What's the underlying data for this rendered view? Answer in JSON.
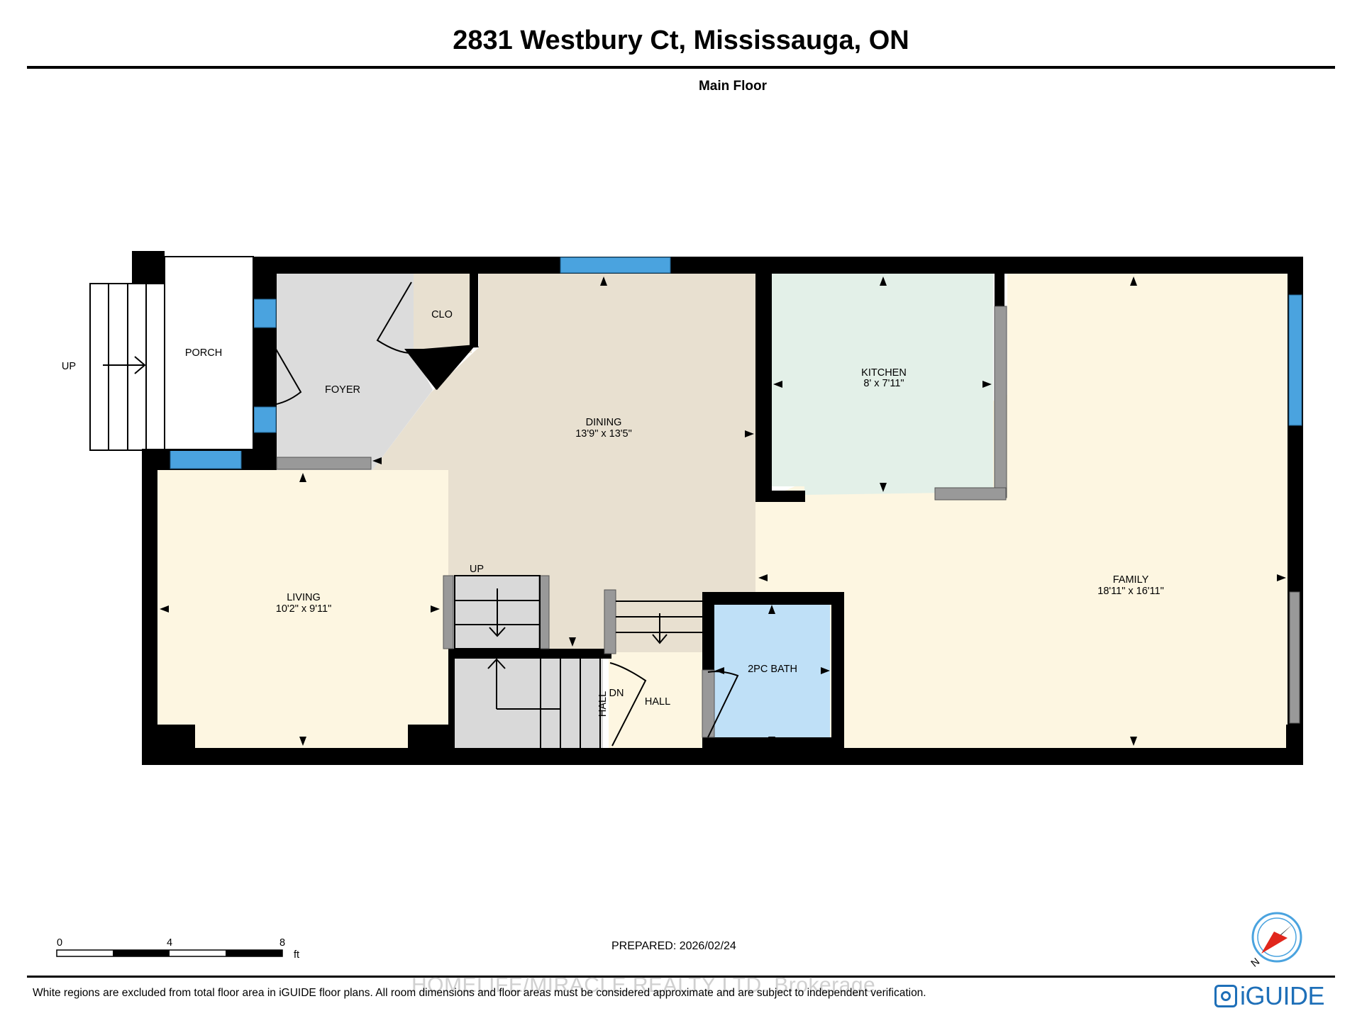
{
  "header": {
    "title": "2831 Westbury Ct, Mississauga, ON",
    "floor": "Main Floor"
  },
  "rooms": {
    "porch": {
      "name": "PORCH"
    },
    "foyer": {
      "name": "FOYER"
    },
    "closet": {
      "name": "CLO"
    },
    "dining": {
      "name": "DINING",
      "dims": "13'9\" x 13'5\""
    },
    "kitchen": {
      "name": "KITCHEN",
      "dims": "8' x 7'11\""
    },
    "family": {
      "name": "FAMILY",
      "dims": "18'11\" x 16'11\""
    },
    "living": {
      "name": "LIVING",
      "dims": "10'2\" x 9'11\""
    },
    "bath": {
      "name": "2PC BATH"
    },
    "hall": {
      "name": "HALL"
    },
    "hall_small": {
      "name": "HALL"
    }
  },
  "stair_labels": {
    "porch_up": "UP",
    "stair_up": "UP",
    "stair_down": "DN"
  },
  "scale_bar": {
    "ticks": [
      "0",
      "4",
      "8"
    ],
    "unit": "ft"
  },
  "compass": {
    "north_label": "N"
  },
  "footer": {
    "prepared": "PREPARED: 2026/02/24",
    "disclaimer": "White regions are excluded from total floor area in iGUIDE floor plans. All room dimensions and floor areas must be considered approximate and are subject to independent verification.",
    "watermark": "HOMELIFE/MIRACLE REALTY LTD. Brokerage",
    "brand": "iGUIDE"
  },
  "colors": {
    "wall": "#000000",
    "window": "#4aa3df",
    "foyer": "#dcdcdc",
    "dining": "#e8e0d0",
    "kitchen": "#e3f0e8",
    "family_living": "#fdf6e1",
    "bath": "#bfe0f7",
    "stairs": "#d9d9d9",
    "brand": "#1e6fb8",
    "compass_needle": "#e1261c"
  }
}
